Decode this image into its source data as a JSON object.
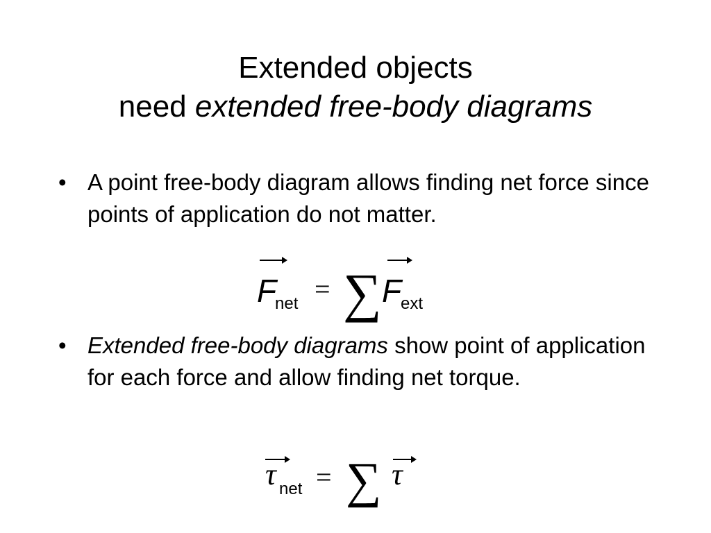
{
  "slide": {
    "title_line1": "Extended objects",
    "title_line2_plain": "need ",
    "title_line2_italic": "extended free-body diagrams",
    "bullet_glyph": "•",
    "bullet1_text": "A point free-body diagram allows finding net force since points of application do not matter.",
    "bullet2_italic": "Extended free-body diagrams",
    "bullet2_rest": " show point of application for each force and allow finding net torque."
  },
  "equations": {
    "force": {
      "lhs_symbol": "F",
      "lhs_subscript": "net",
      "equals": "=",
      "sum": "∑",
      "rhs_symbol": "F",
      "rhs_subscript": "ext"
    },
    "torque": {
      "lhs_symbol": "τ",
      "lhs_subscript": "net",
      "equals": "=",
      "sum": "∑",
      "rhs_symbol": "τ"
    }
  }
}
